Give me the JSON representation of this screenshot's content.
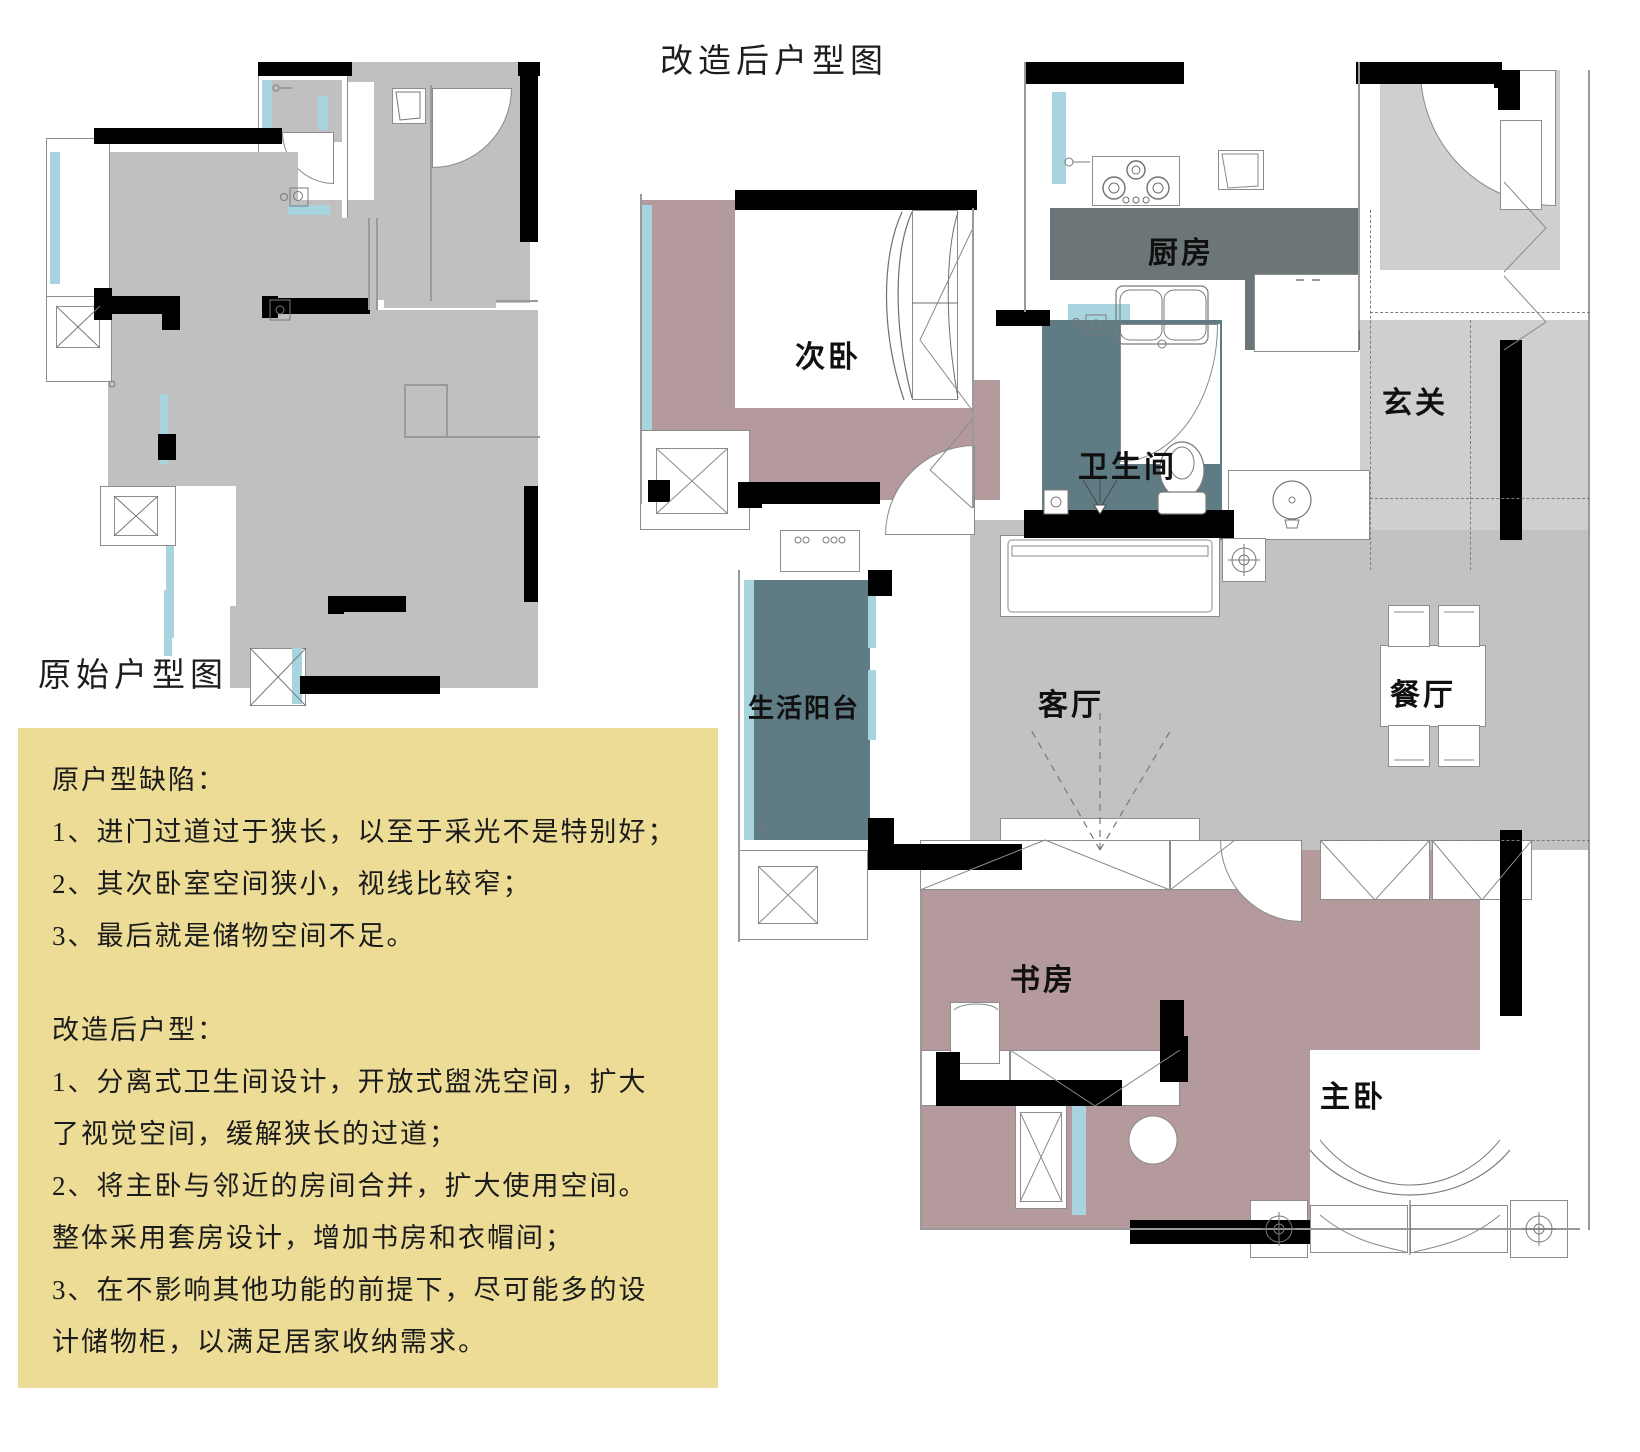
{
  "titles": {
    "after": "改造后户型图",
    "before": "原始户型图"
  },
  "notes": {
    "block1_heading": "原户型缺陷：",
    "block1_lines": [
      "1、进门过道过于狭长，以至于采光不是特别好；",
      "2、其次卧室空间狭小，视线比较窄；",
      "3、最后就是储物空间不足。"
    ],
    "block2_heading": "改造后户型：",
    "block2_lines": [
      "1、分离式卫生间设计，开放式盥洗空间，扩大",
      "了视觉空间，缓解狭长的过道；",
      "2、将主卧与邻近的房间合并，扩大使用空间。",
      "整体采用套房设计，增加书房和衣帽间；",
      "3、在不影响其他功能的前提下，尽可能多的设",
      "计储物柜，以满足居家收纳需求。"
    ]
  },
  "rooms": {
    "secondary_bedroom": "次卧",
    "kitchen": "厨房",
    "bathroom": "卫生间",
    "entrance": "玄关",
    "balcony": "生活阳台",
    "living_room": "客厅",
    "dining_room": "餐厅",
    "study": "书房",
    "master_bedroom": "主卧"
  },
  "colors": {
    "note_panel": "#ecdc96",
    "wall": "#000000",
    "room_gray": "#c0c0c0",
    "rose": "#b49a9c",
    "kitchen": "#6c7678",
    "bathroom": "#5f7b84",
    "window_glass": "#a8d4e0",
    "entrance_gray": "#cfcfcf",
    "text": "#1b1b1b"
  }
}
